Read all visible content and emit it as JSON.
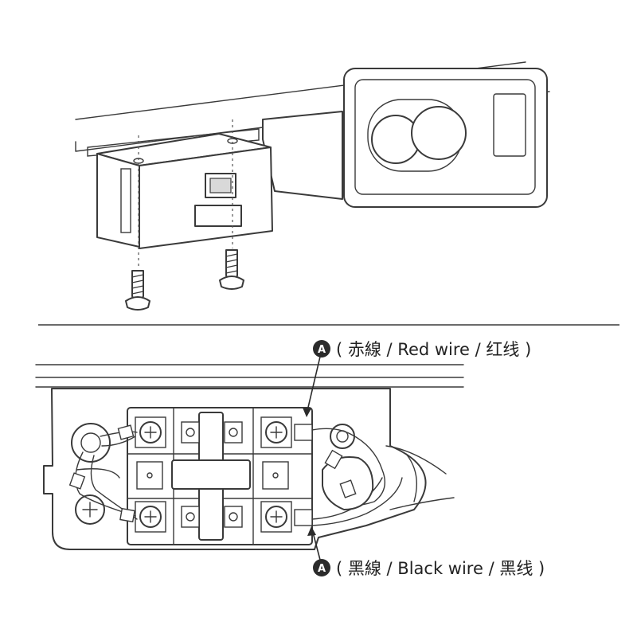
{
  "callouts": {
    "red_wire": {
      "marker": "A",
      "text": "( 赤線 / Red wire / 红线 )"
    },
    "black_wire": {
      "marker": "A",
      "text": "( 黑線 / Black wire / 黑线 )"
    }
  },
  "colors": {
    "line": "#3a3a3a",
    "fill": "#ffffff",
    "badge": "#2b2b2b"
  }
}
